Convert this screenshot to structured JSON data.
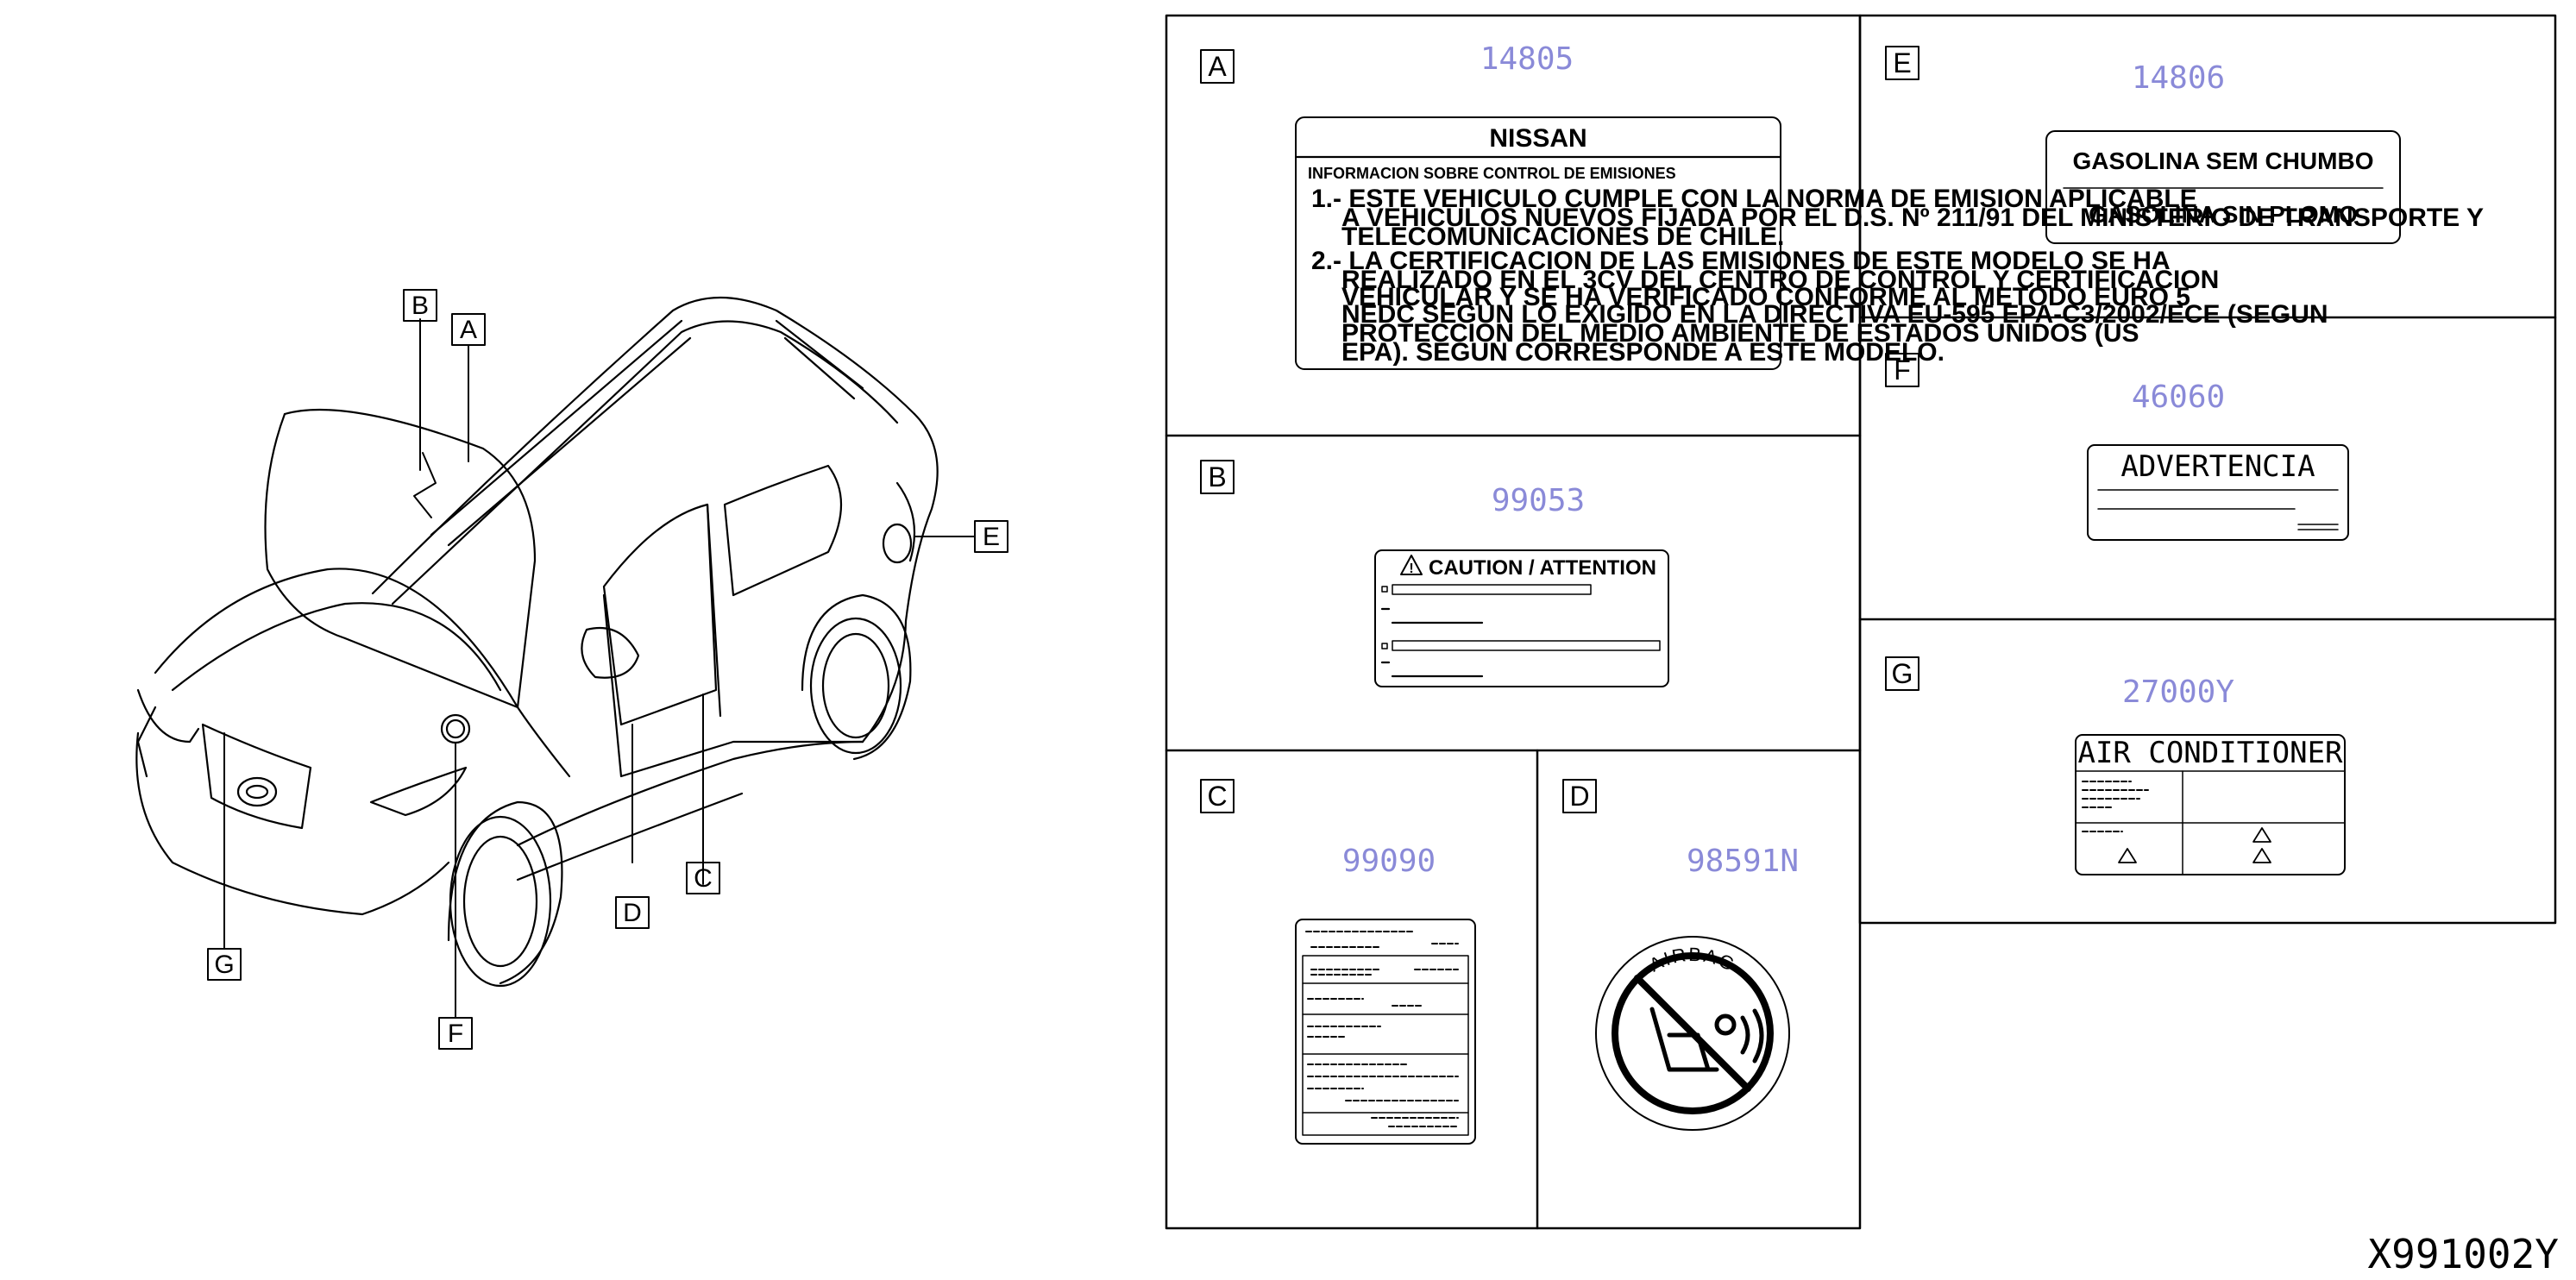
{
  "car_view": {
    "callouts": [
      "A",
      "B",
      "C",
      "D",
      "E",
      "F",
      "G"
    ]
  },
  "panels": {
    "A": {
      "letter": "A",
      "part_number": "14805",
      "label": {
        "brand": "NISSAN",
        "heading": "INFORMACION SOBRE CONTROL DE EMISIONES",
        "lines": [
          "1.- ESTE VEHICULO CUMPLE CON LA NORMA DE EMISION APLICABLE",
          "A VEHICULOS NUEVOS FIJADA POR EL D.S. Nº 211/91 DEL MINISTERIO DE TRANSPORTE Y",
          "TELECOMUNICACIONES DE CHILE.",
          "2.- LA CERTIFICACION DE LAS EMISIONES DE ESTE MODELO SE HA",
          "REALIZADO EN EL 3CV DEL CENTRO DE CONTROL Y CERTIFICACION",
          "VEHICULAR Y SE HA VERIFICADO CONFORME AL METODO EURO 5",
          "NEDC SEGUN LO EXIGIDO EN LA DIRECTIVA EU-595 EPA-C3/2002/ECE (SEGUN",
          "PROTECCION DEL MEDIO AMBIENTE DE ESTADOS UNIDOS (US",
          "EPA). SEGUN CORRESPONDE A ESTE MODELO."
        ]
      }
    },
    "B": {
      "letter": "B",
      "part_number": "99053",
      "label": {
        "title": "CAUTION / ATTENTION"
      }
    },
    "C": {
      "letter": "C",
      "part_number": "99090"
    },
    "D": {
      "letter": "D",
      "part_number": "98591N",
      "label": {
        "ring_text": "AIRBAG"
      }
    },
    "E": {
      "letter": "E",
      "part_number": "14806",
      "label": {
        "line1": "GASOLINA SEM CHUMBO",
        "line2": "GASOLINA SIN PLOMO"
      }
    },
    "F": {
      "letter": "F",
      "part_number": "46060",
      "label": {
        "title": "ADVERTENCIA"
      }
    },
    "G": {
      "letter": "G",
      "part_number": "27000Y",
      "label": {
        "title": "AIR CONDITIONER"
      }
    }
  },
  "diagram_id": "X991002Y",
  "colors": {
    "line": "#000000",
    "part_number": "#8a8ad8",
    "background": "#ffffff"
  }
}
